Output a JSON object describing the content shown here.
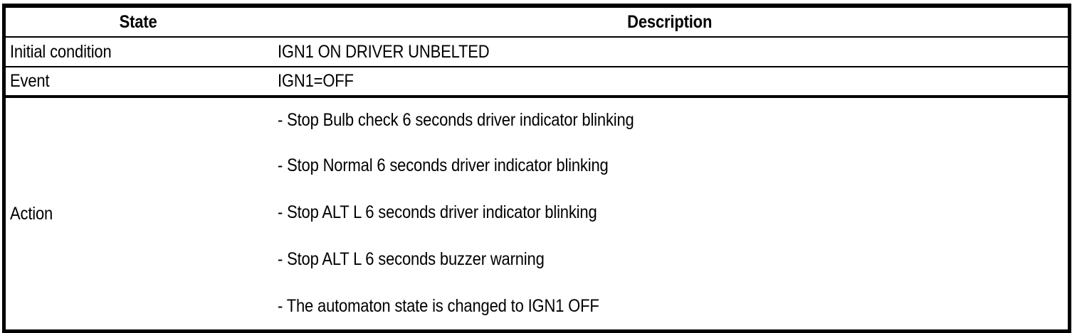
{
  "table": {
    "columns": [
      {
        "key": "state",
        "header": "State"
      },
      {
        "key": "description",
        "header": "Description"
      }
    ],
    "rows": [
      {
        "state": "Initial condition",
        "description": "IGN1 ON DRIVER UNBELTED"
      },
      {
        "state": "Event",
        "description": "IGN1=OFF"
      },
      {
        "state": "Action",
        "description_items": [
          "-  Stop Bulb check 6 seconds driver indicator blinking",
          "-  Stop Normal 6 seconds driver indicator blinking",
          "-  Stop ALT L 6 seconds driver indicator blinking",
          "-  Stop ALT L 6 seconds buzzer warning",
          "-  The automaton state is changed to IGN1 OFF"
        ]
      }
    ]
  },
  "style": {
    "border_color": "#000000",
    "text_color": "#000000",
    "background": "#ffffff"
  }
}
